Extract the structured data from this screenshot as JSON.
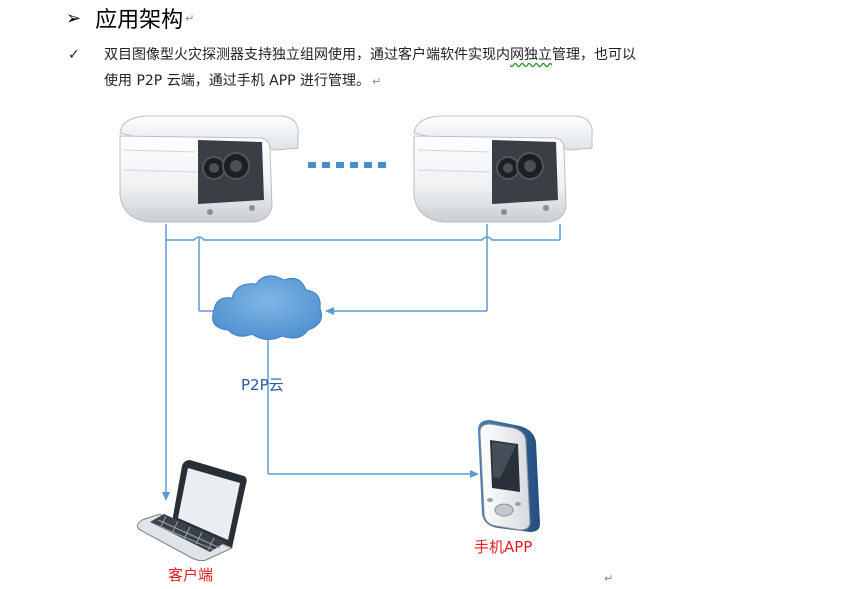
{
  "heading": {
    "bullet": "➢",
    "title": "应用架构",
    "mark": "↵"
  },
  "paragraph": {
    "bullet": "✓",
    "line1_a": "双目图像型火灾探测器支持独立组网使用，通过客户端软件实现内",
    "line1_b": "网独立",
    "line1_c": "管理，也可以",
    "line2": "使用 P2P 云端，通过手机 APP 进行管理。",
    "mark": "↵"
  },
  "diagram": {
    "cloud_label": "P2P云",
    "phone_label": "手机APP",
    "client_label": "客户端",
    "line_color": "#5b9bd5",
    "end_mark": "↵"
  }
}
